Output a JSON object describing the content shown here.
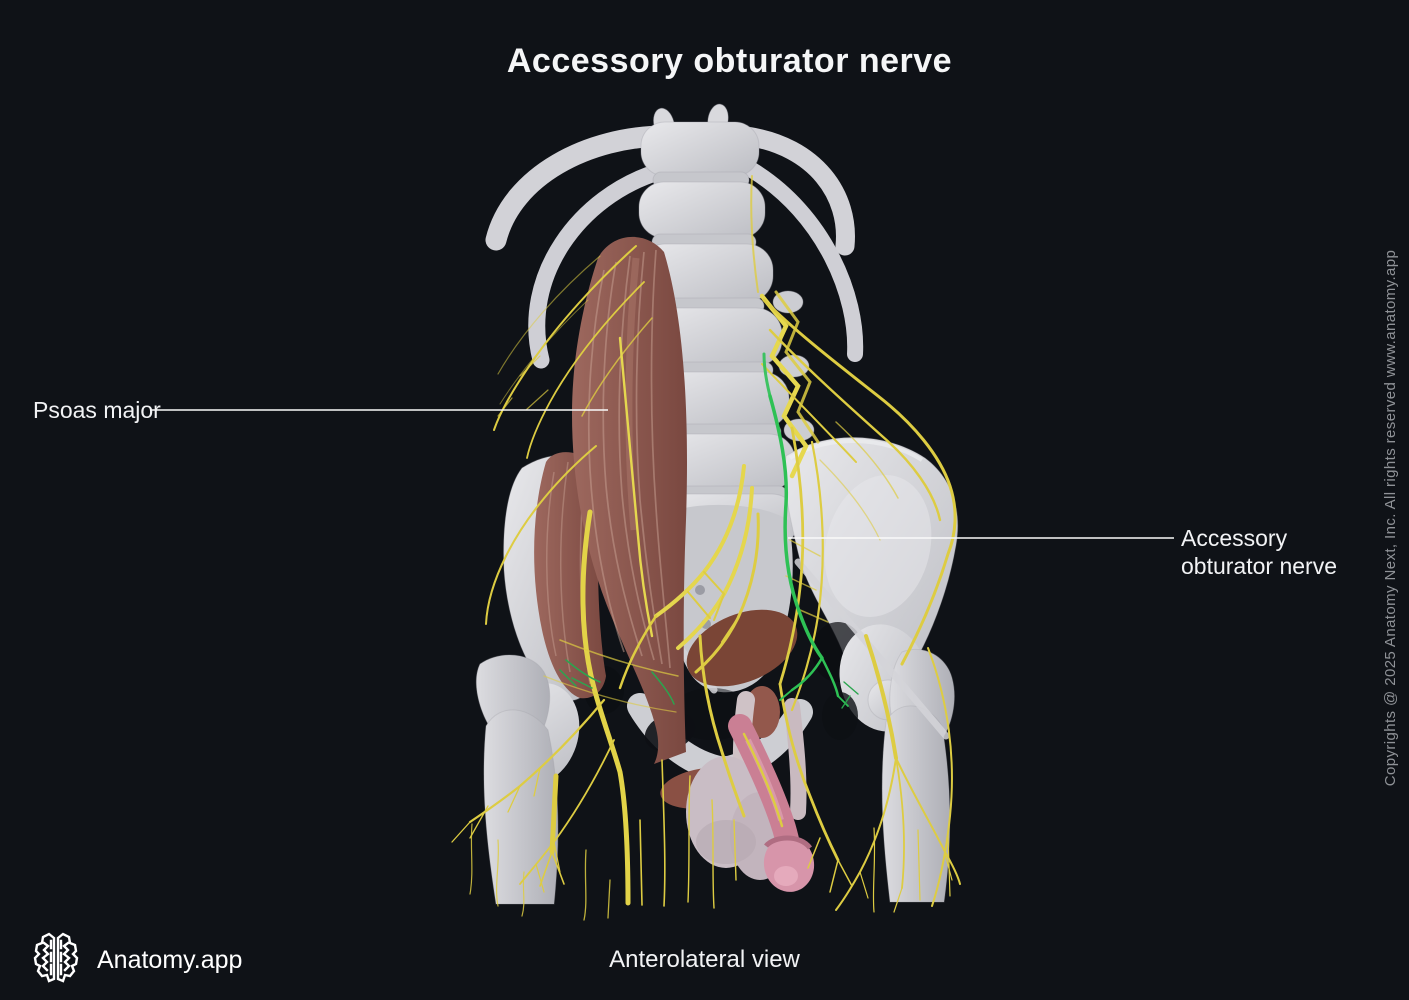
{
  "title": "Accessory obturator nerve",
  "annotations": {
    "left": "Psoas major",
    "right": "Accessory obturator nerve"
  },
  "footer": {
    "brand": "Anatomy.app",
    "view_label": "Anterolateral view"
  },
  "copyright": "Copyrights @ 2025 Anatomy Next, Inc. All rights reserved www.anatomy.app",
  "icons": {
    "logo": "brain-icon"
  },
  "colors": {
    "background": "#0f1217",
    "bone": "#d6d6da",
    "muscle": "#925d54",
    "nerve_yellow": "#ddcc42",
    "nerve_highlight_green": "#2ec155",
    "label_text": "#f2f3f5",
    "copyright_text": "#8f9297"
  }
}
